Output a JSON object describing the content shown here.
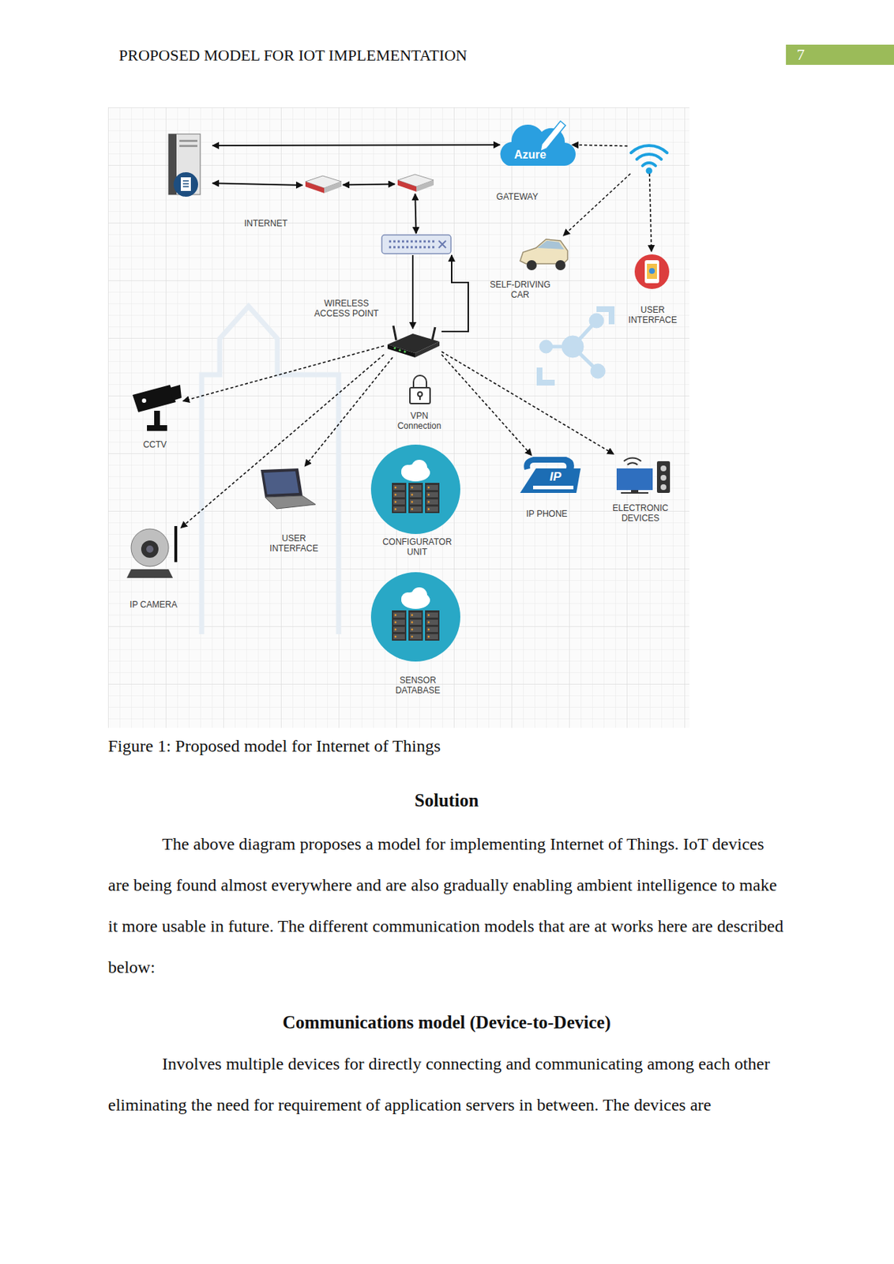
{
  "diagram": {
    "title": "PROPOSED MODEL FOR IOT IMPLEMENTATION",
    "caption": "Figure 1: Proposed model for Internet of Things",
    "nodes": [
      {
        "text": []
      },
      {
        "text": [
          "Azure",
          "GATEWAY"
        ]
      },
      {
        "text": []
      },
      {
        "text": [
          "INTERNET"
        ]
      },
      {
        "text": []
      },
      {
        "text": []
      },
      {
        "text": [
          "SELF-DRIVING CAR"
        ]
      },
      {
        "text": [
          "USER INTERFACE"
        ]
      },
      {
        "text": [
          "WIRELESS ACCESS POINT"
        ]
      },
      {
        "text": [
          "CCTV"
        ]
      },
      {
        "text": [
          "VPN Connection"
        ]
      },
      {
        "text": [
          "IP",
          "IP PHONE"
        ]
      },
      {
        "text": [
          "ELECTRONIC DEVICES"
        ]
      },
      {
        "text": [
          "USER INTERFACE"
        ]
      },
      {
        "text": [
          "CONFIGURATOR UNIT"
        ]
      },
      {
        "text": [
          "IP CAMERA"
        ]
      },
      {
        "text": [
          "SENSOR DATABASE"
        ]
      }
    ],
    "edges": [
      {
        "from": 0,
        "to": 1,
        "arrow": "both"
      },
      {
        "from": 0,
        "to": 3,
        "arrow": "both"
      },
      {
        "from": 3,
        "to": 4,
        "arrow": "both"
      },
      {
        "from": 4,
        "to": 5,
        "arrow": "both"
      },
      {
        "from": 5,
        "to": 8,
        "arrow": "to"
      },
      {
        "from": 8,
        "to": 5,
        "arrow": "to"
      },
      {
        "from": 2,
        "to": 1,
        "arrow": "to"
      },
      {
        "from": 2,
        "to": 6,
        "arrow": "to"
      },
      {
        "from": 2,
        "to": 7,
        "arrow": "to"
      },
      {
        "from": 8,
        "to": 9,
        "arrow": "to"
      },
      {
        "from": 8,
        "to": 15,
        "arrow": "to"
      },
      {
        "from": 8,
        "to": 13,
        "arrow": "to"
      },
      {
        "from": 8,
        "to": 11,
        "arrow": "to"
      },
      {
        "from": 8,
        "to": 12,
        "arrow": "to"
      }
    ],
    "labels": [
      "7",
      "Solution",
      "The above diagram proposes a model for implementing Internet of Things. IoT devices are being found almost everywhere and are also gradually enabling ambient intelligence to make it more usable in future. The different communication models that are at works here are described below:",
      "Communications model (Device-to-Device)",
      "Involves multiple devices for directly connecting and communicating among each other eliminating the need for requirement of application servers in between. The devices are"
    ]
  }
}
